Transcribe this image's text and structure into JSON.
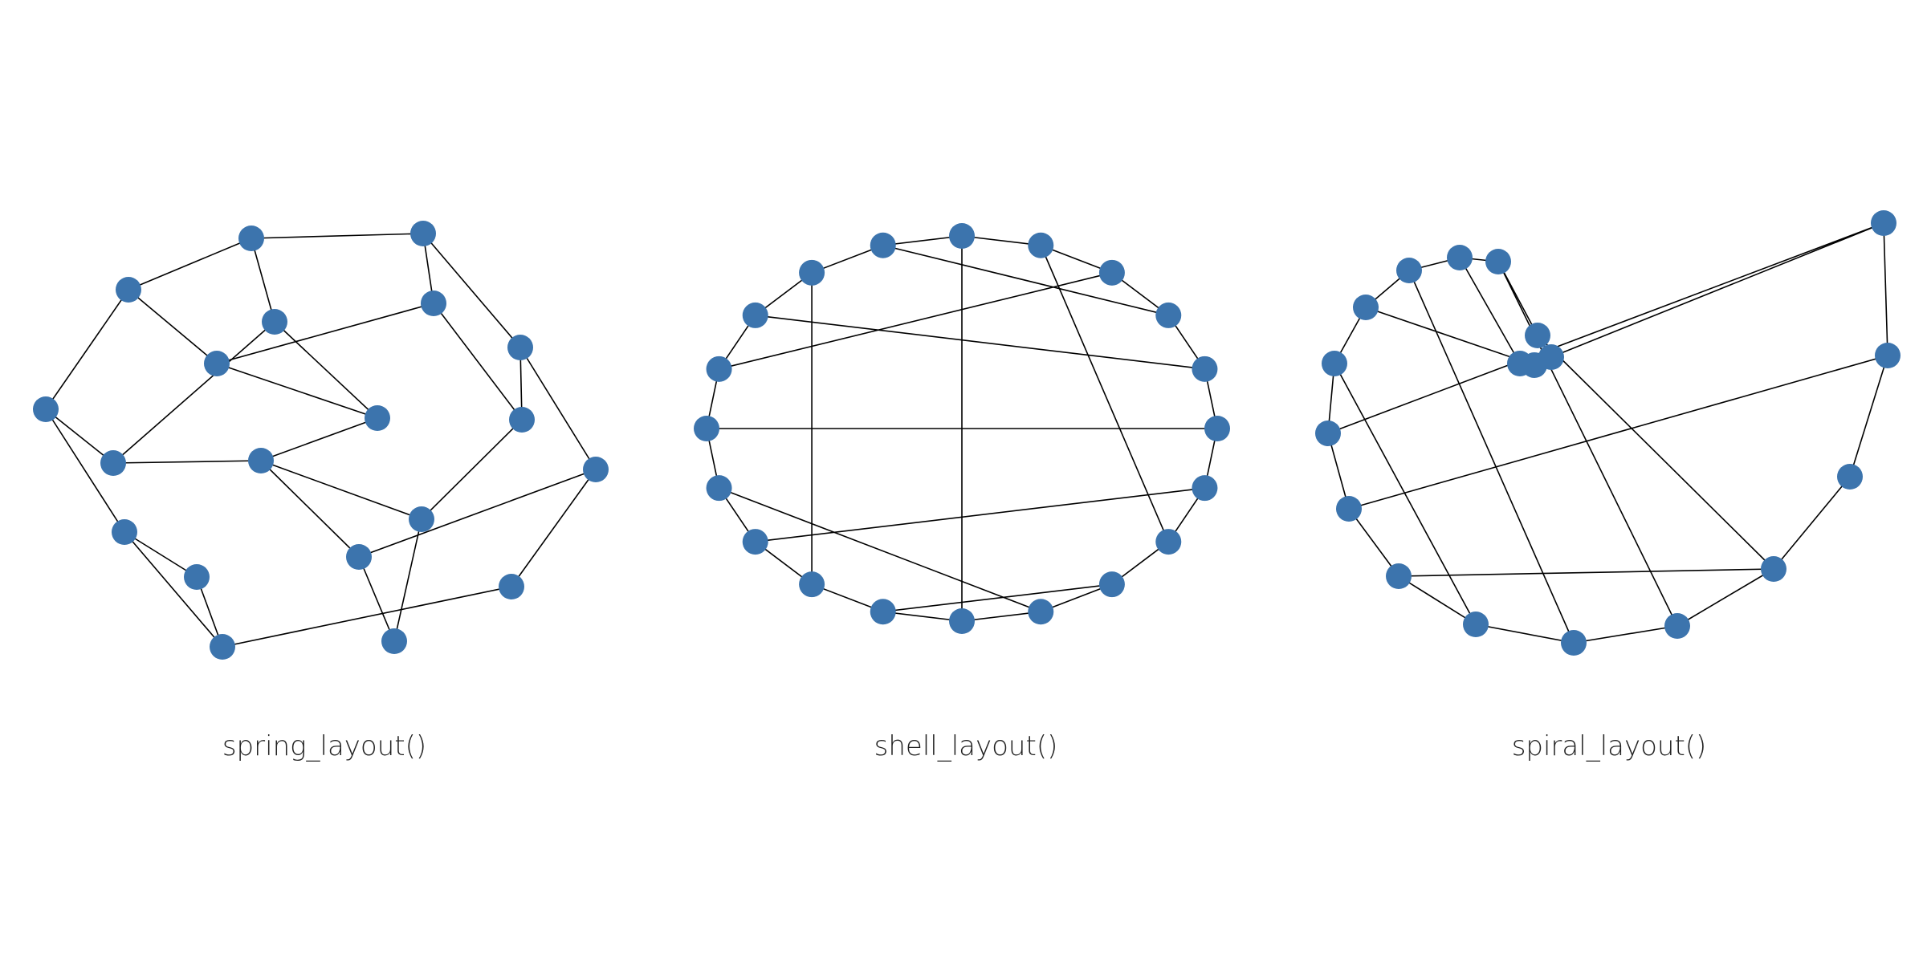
{
  "colors": {
    "node": "#3c74ad",
    "edge": "#000000"
  },
  "panels": [
    {
      "id": "spring",
      "caption": "spring_layout()"
    },
    {
      "id": "shell",
      "caption": "shell_layout()"
    },
    {
      "id": "spiral",
      "caption": "spiral_layout()"
    }
  ]
}
